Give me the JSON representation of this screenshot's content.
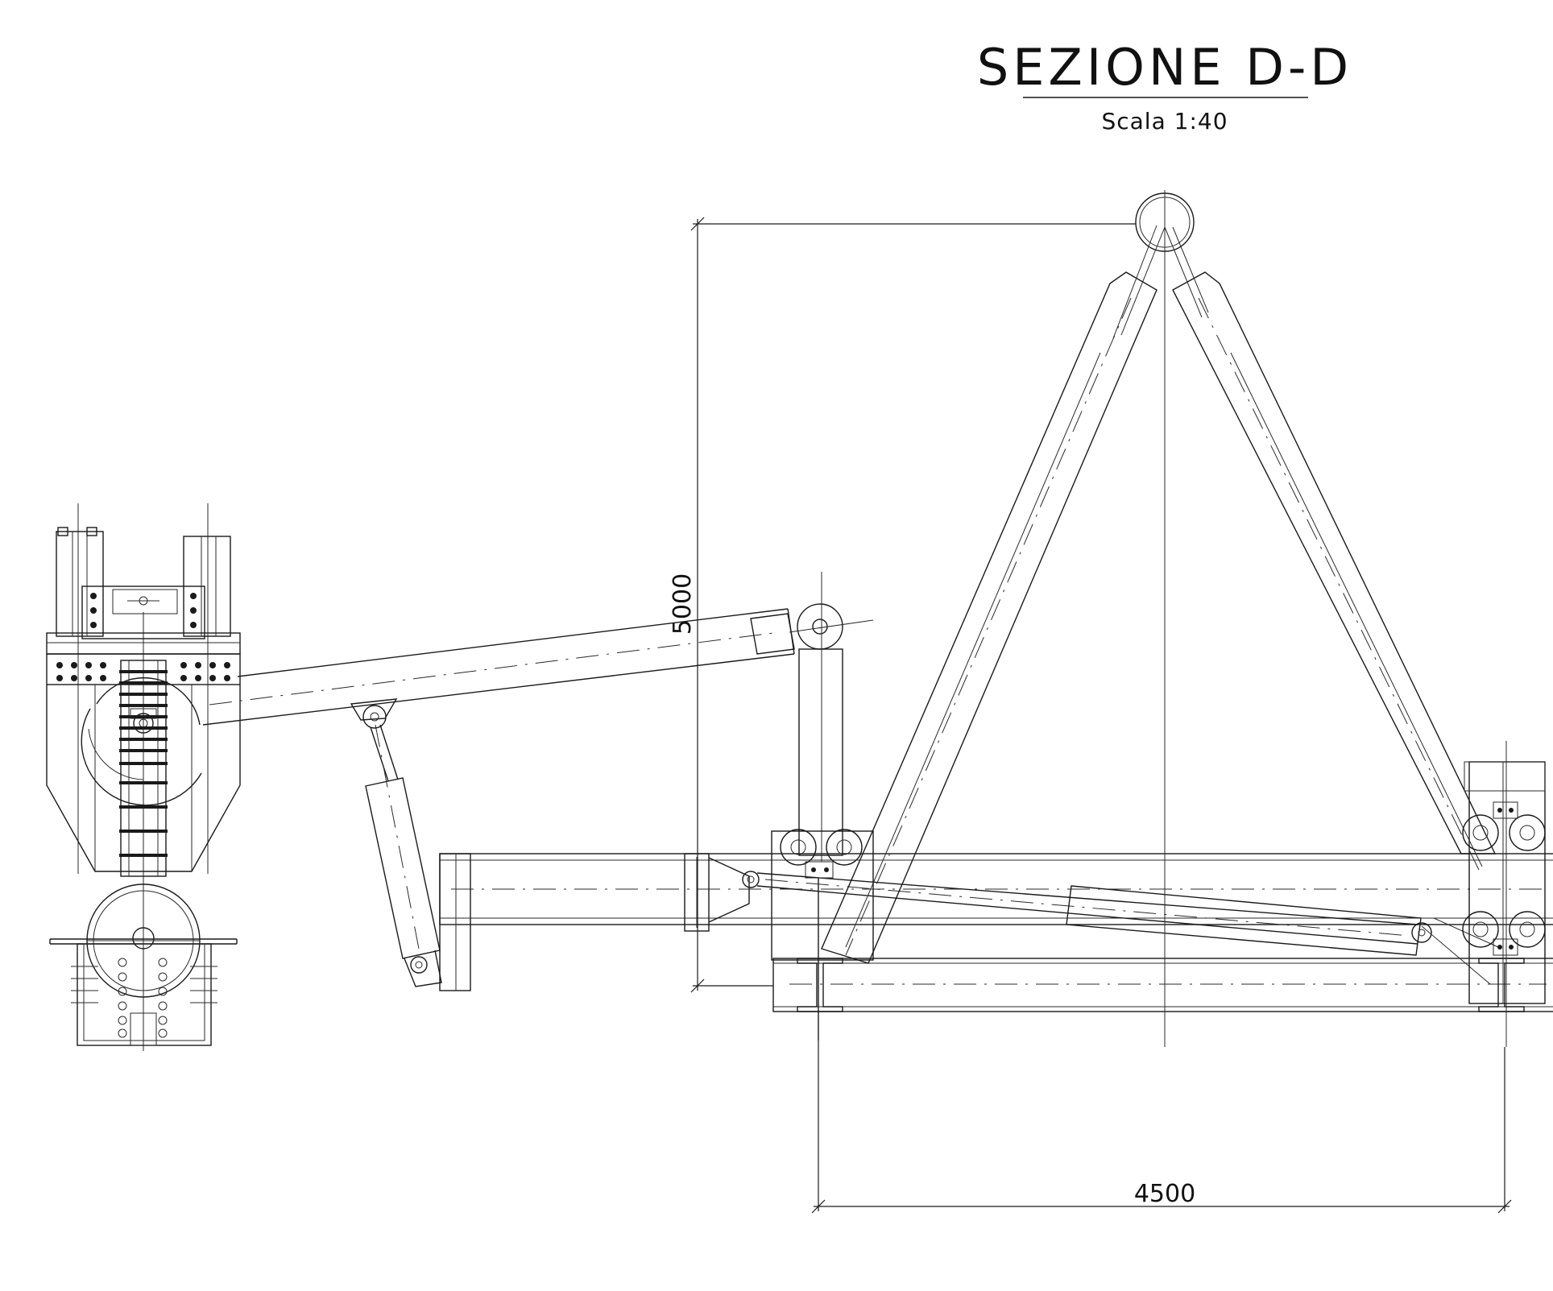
{
  "title": "SEZIONE D-D",
  "scale": "Scala   1:40",
  "dimensions": {
    "height": "5000",
    "width": "4500"
  }
}
